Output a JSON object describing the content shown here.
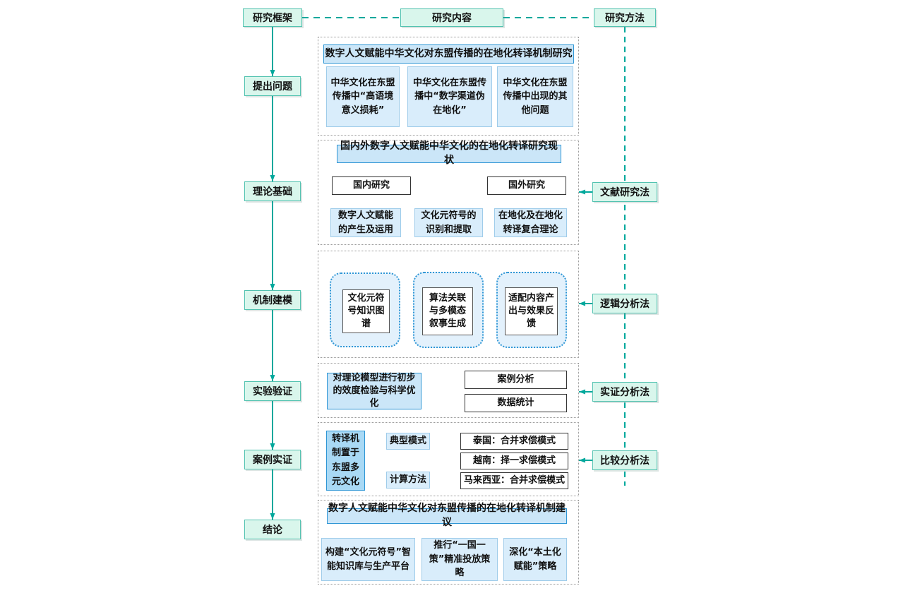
{
  "header": {
    "framework": "研究框架",
    "content": "研究内容",
    "method": "研究方法"
  },
  "stages": [
    {
      "label": "提出问题"
    },
    {
      "label": "理论基础"
    },
    {
      "label": "机制建模"
    },
    {
      "label": "实验验证"
    },
    {
      "label": "案例实证"
    },
    {
      "label": "结论"
    }
  ],
  "methods": [
    {
      "label": "文献研究法"
    },
    {
      "label": "逻辑分析法"
    },
    {
      "label": "实证分析法"
    },
    {
      "label": "比较分析法"
    }
  ],
  "section1": {
    "title": "数字人文赋能中华文化对东盟传播的在地化转译机制研究",
    "boxes": [
      {
        "text": "中华文化在东盟传播中“高语境意义损耗”"
      },
      {
        "text": "中华文化在东盟传播中“数字渠道伪在地化”"
      },
      {
        "text": "中华文化在东盟传播中出现的其他问题"
      }
    ]
  },
  "section2": {
    "title": "国内外数字人文赋能中华文化的在地化转译研究现状",
    "domestic": "国内研究",
    "foreign": "国外研究",
    "boxes": [
      {
        "text": "数字人文赋能的产生及运用"
      },
      {
        "text": "文化元符号的识别和提取"
      },
      {
        "text": "在地化及在地化转译复合理论"
      }
    ]
  },
  "section3": {
    "modules": [
      {
        "text": "文化元符号知识图谱"
      },
      {
        "text": "算法关联与多模态叙事生成"
      },
      {
        "text": "适配内容产出与效果反馈"
      }
    ]
  },
  "section4": {
    "title": "对理论模型进行初步的效度检验与科学优化",
    "boxes": [
      {
        "text": "案例分析"
      },
      {
        "text": "数据统计"
      }
    ]
  },
  "section5": {
    "main": "转译机制置于东盟多元文化",
    "branches": [
      {
        "text": "典型模式"
      },
      {
        "text": "计算方法"
      }
    ],
    "cases": [
      {
        "text": "泰国：合并求偿模式"
      },
      {
        "text": "越南：择一求偿模式"
      },
      {
        "text": "马来西亚：合并求偿模式"
      }
    ]
  },
  "section6": {
    "title": "数字人文赋能中华文化对东盟传播的在地化转译机制建议",
    "boxes": [
      {
        "text": "构建“文化元符号”智能知识库与生产平台"
      },
      {
        "text": "推行“一国一策”精准投放策略"
      },
      {
        "text": "深化“本土化赋能”策略"
      }
    ]
  },
  "colors": {
    "teal_line": "#00a89c",
    "mint_fill": "#d9f6ec",
    "mint_border": "#52c2b0",
    "blue_border": "#2e96d5",
    "blue_title_fill": "#cbe6f8",
    "light_blue_fill": "#d9edfb",
    "medium_blue_fill": "#a9d9f5",
    "section_border": "#9a9a9a"
  }
}
